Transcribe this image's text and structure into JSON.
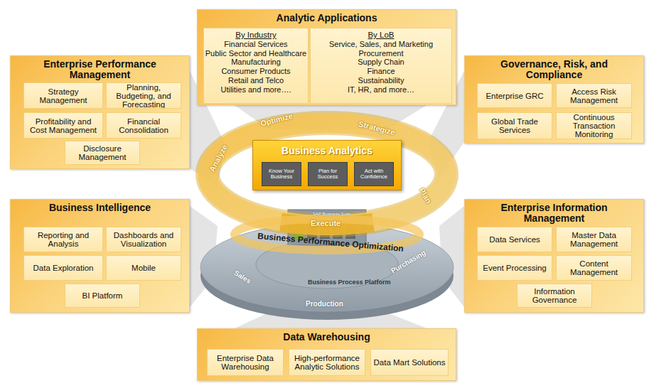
{
  "diagram": {
    "nodes": [
      {
        "text": [
          "Analytic Applications"
        ]
      },
      {
        "text": [
          "By Industry",
          "Financial Services",
          "Public Sector and Healthcare",
          "Manufacturing",
          "Consumer Products",
          "Retail and Telco",
          "Utilities and more…."
        ],
        "in": 0
      },
      {
        "text": [
          "By LoB",
          "Service, Sales, and Marketing",
          "Procurement",
          "Supply Chain",
          "Finance",
          "Sustainability",
          "IT, HR, and more…"
        ],
        "in": 0
      },
      {
        "text": [
          "Enterprise Performance Management"
        ]
      },
      {
        "text": [
          "Strategy Management"
        ],
        "in": 3
      },
      {
        "text": [
          "Planning, Budgeting, and Forecasting"
        ],
        "in": 3
      },
      {
        "text": [
          "Profitability and Cost Management"
        ],
        "in": 3
      },
      {
        "text": [
          "Financial Consolidation"
        ],
        "in": 3
      },
      {
        "text": [
          "Disclosure Management"
        ],
        "in": 3
      },
      {
        "text": [
          "Governance, Risk, and Compliance"
        ]
      },
      {
        "text": [
          "Enterprise GRC"
        ],
        "in": 9
      },
      {
        "text": [
          "Access Risk Management"
        ],
        "in": 9
      },
      {
        "text": [
          "Global Trade Services"
        ],
        "in": 9
      },
      {
        "text": [
          "Continuous Transaction Monitoring"
        ],
        "in": 9
      },
      {
        "text": [
          "Business Analytics"
        ]
      },
      {
        "text": [
          "Know Your Business"
        ],
        "in": 14
      },
      {
        "text": [
          "Plan for Success"
        ],
        "in": 14
      },
      {
        "text": [
          "Act with Confidence"
        ],
        "in": 14
      },
      {
        "text": [
          "Business Intelligence"
        ]
      },
      {
        "text": [
          "Reporting and Analysis"
        ],
        "in": 18
      },
      {
        "text": [
          "Dashboards and Visualization"
        ],
        "in": 18
      },
      {
        "text": [
          "Data Exploration"
        ],
        "in": 18
      },
      {
        "text": [
          "Mobile"
        ],
        "in": 18
      },
      {
        "text": [
          "BI Platform"
        ],
        "in": 18
      },
      {
        "text": [
          "Enterprise Information Management"
        ]
      },
      {
        "text": [
          "Data Services"
        ],
        "in": 24
      },
      {
        "text": [
          "Master Data Management"
        ],
        "in": 24
      },
      {
        "text": [
          "Event Processing"
        ],
        "in": 24
      },
      {
        "text": [
          "Content Management"
        ],
        "in": 24
      },
      {
        "text": [
          "Information Governance"
        ],
        "in": 24
      },
      {
        "text": [
          "Data Warehousing"
        ]
      },
      {
        "text": [
          "Enterprise Data Warehousing"
        ],
        "in": 30
      },
      {
        "text": [
          "High-performance Analytic Solutions"
        ],
        "in": 30
      },
      {
        "text": [
          "Data Mart Solutions"
        ],
        "in": 30
      }
    ],
    "labels": [
      "Optimize",
      "Strategize",
      "Plan",
      "Analyze",
      "Execute",
      "Business Performance Optimization",
      "SAP Business Suite",
      "Business Process Platform",
      "Sales",
      "Production",
      "Purchasing"
    ]
  }
}
